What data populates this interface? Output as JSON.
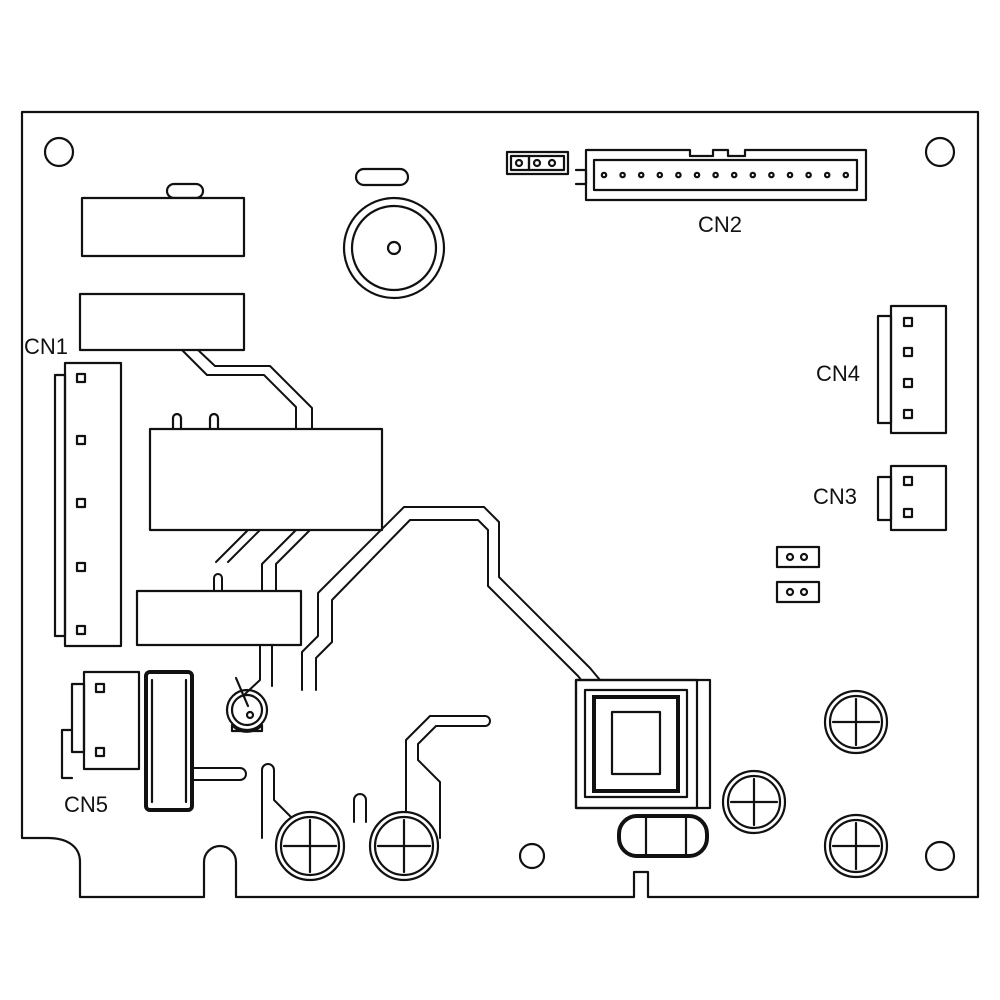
{
  "connectors": {
    "cn1": "CN1",
    "cn2": "CN2",
    "cn3": "CN3",
    "cn4": "CN4",
    "cn5": "CN5"
  }
}
